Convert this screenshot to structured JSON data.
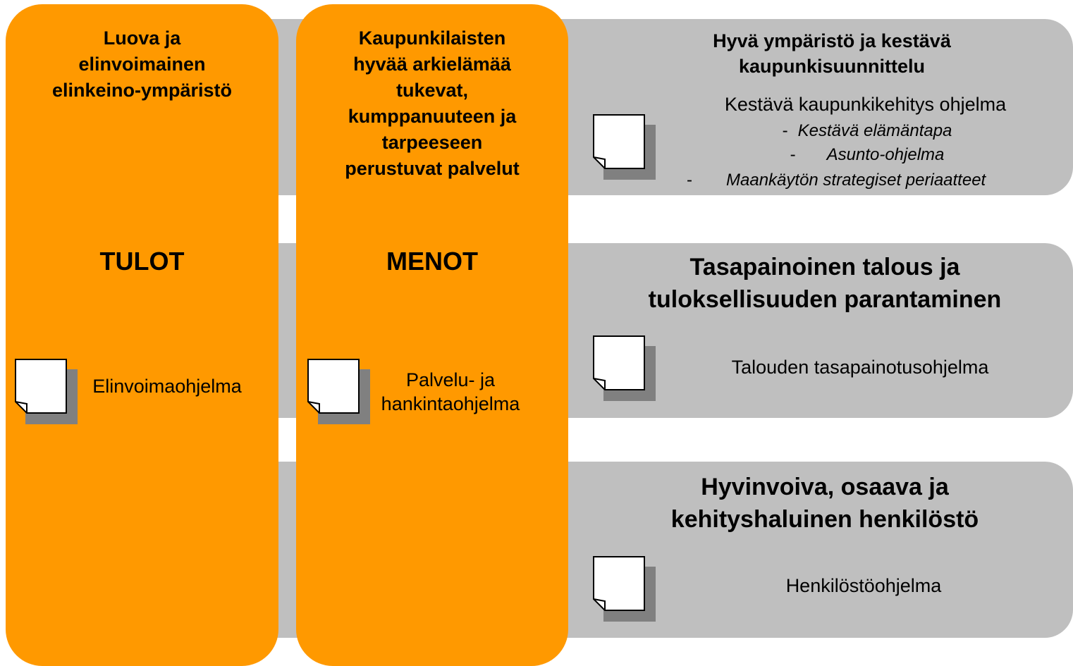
{
  "columns": [
    {
      "title_lines": [
        "Luova ja",
        "elinvoimainen",
        "elinkeino-ympäristö"
      ],
      "big_label": "TULOT",
      "program_lines": [
        "Elinvoimaohjelma"
      ]
    },
    {
      "title_lines": [
        "Kaupunkilaisten",
        "hyvää arkielämää",
        "tukevat,",
        "kumppanuuteen ja",
        "tarpeeseen",
        "perustuvat palvelut"
      ],
      "big_label": "MENOT",
      "program_lines": [
        "Palvelu- ja",
        "hankintaohjelma"
      ]
    }
  ],
  "bands": [
    {
      "title_lines": [
        "Hyvä ympäristö ja kestävä",
        "kaupunkisuunnittelu"
      ],
      "program": "Kestävä kaupunkikehitys ohjelma",
      "sub_items": [
        "Kestävä elämäntapa",
        "Asunto-ohjelma",
        "Maankäytön strategiset periaatteet"
      ],
      "bullet": "-"
    },
    {
      "title_lines": [
        "Tasapainoinen talous ja",
        "tuloksellisuuden parantaminen"
      ],
      "program": "Talouden tasapainotusohjelma"
    },
    {
      "title_lines": [
        "Hyvinvoiva, osaava ja",
        "kehityshaluinen henkilöstö"
      ],
      "program": "Henkilöstöohjelma"
    }
  ],
  "colors": {
    "orange": "#ff9900",
    "gray_band": "#bfbfbf",
    "doc_shadow": "#808080"
  },
  "icons": [
    "document-icon"
  ]
}
